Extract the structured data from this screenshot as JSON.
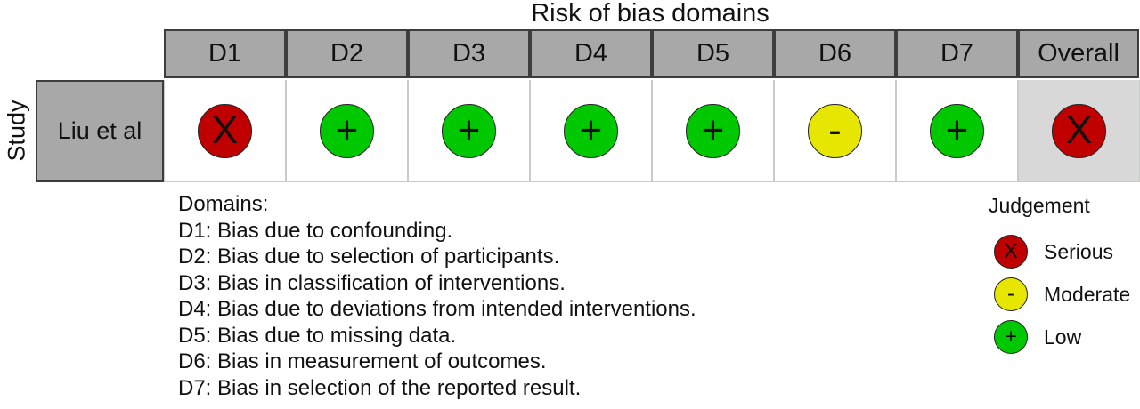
{
  "chart_data": {
    "type": "table",
    "title": "Risk of bias domains",
    "row_axis_label": "Study",
    "columns": [
      "D1",
      "D2",
      "D3",
      "D4",
      "D5",
      "D6",
      "D7",
      "Overall"
    ],
    "rows": [
      {
        "study": "Liu et al",
        "judgements": [
          "Serious",
          "Low",
          "Low",
          "Low",
          "Low",
          "Moderate",
          "Low",
          "Serious"
        ]
      }
    ],
    "domains_heading": "Domains:",
    "domains": [
      "D1: Bias due to confounding.",
      "D2: Bias due to selection of participants.",
      "D3: Bias in classification of interventions.",
      "D4: Bias due to deviations from intended interventions.",
      "D5: Bias due to missing data.",
      "D6: Bias in measurement of outcomes.",
      "D7: Bias in selection of the reported result."
    ],
    "legend": {
      "title": "Judgement",
      "items": [
        {
          "label": "Serious",
          "symbol": "X",
          "color": "#c00000"
        },
        {
          "label": "Moderate",
          "symbol": "-",
          "color": "#e6e600"
        },
        {
          "label": "Low",
          "symbol": "+",
          "color": "#00c800"
        }
      ]
    }
  }
}
